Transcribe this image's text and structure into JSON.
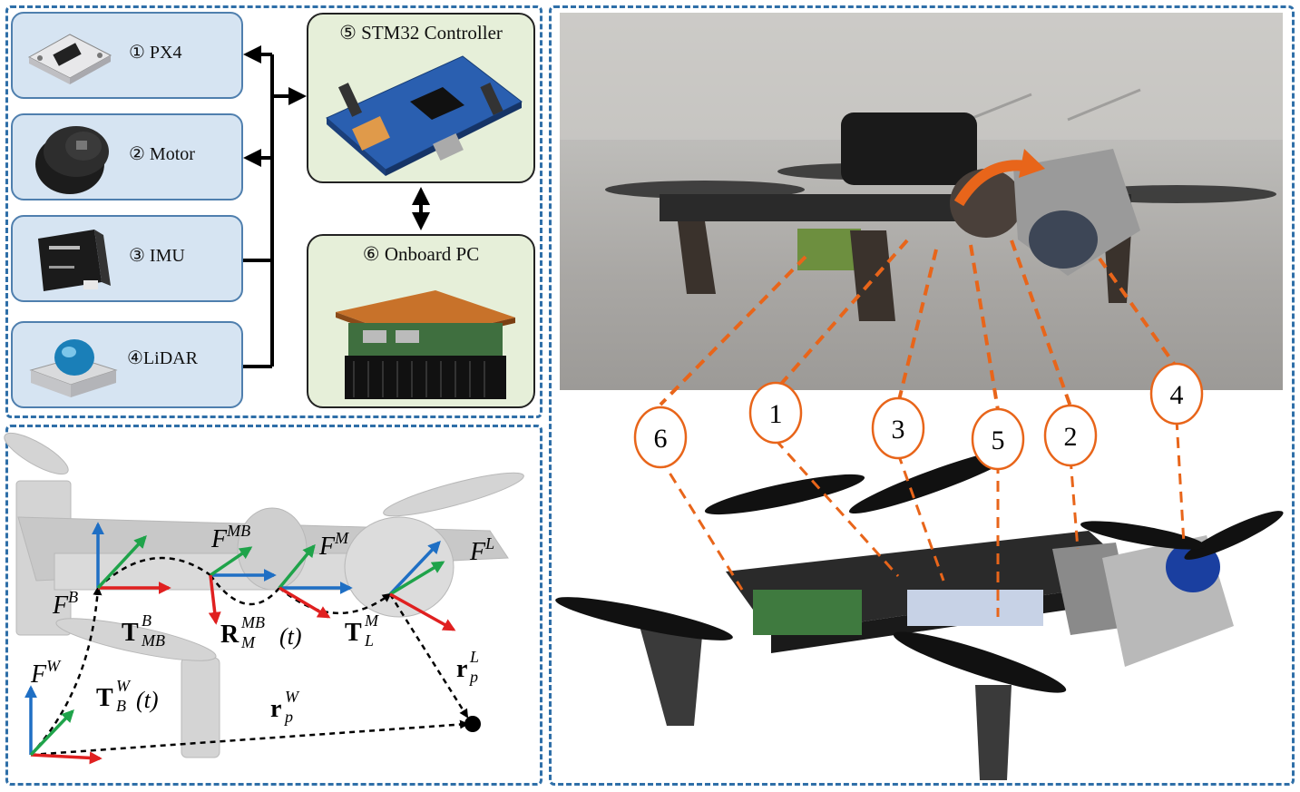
{
  "components": [
    {
      "label": "① PX4",
      "icon": "px4-board-icon"
    },
    {
      "label": "② Motor",
      "icon": "motor-icon"
    },
    {
      "label": "③ IMU",
      "icon": "imu-icon"
    },
    {
      "label": "④LiDAR",
      "icon": "lidar-icon"
    }
  ],
  "controller": {
    "label": "⑤ STM32 Controller"
  },
  "onboard_pc": {
    "label": "⑥ Onboard PC"
  },
  "frames": {
    "F_B": "F",
    "F_B_sup": "B",
    "F_MB": "F",
    "F_MB_sup": "MB",
    "F_M": "F",
    "F_M_sup": "M",
    "F_L": "F",
    "F_L_sup": "L",
    "F_W": "F",
    "F_W_sup": "W",
    "T_MB_B_base": "T",
    "T_MB_B_sup": "B",
    "T_MB_B_sub": "MB",
    "R_M_MB_base": "R",
    "R_M_MB_sup": "MB",
    "R_M_MB_sub": "M",
    "R_M_MB_arg": "(t)",
    "T_L_M_base": "T",
    "T_L_M_sup": "M",
    "T_L_M_sub": "L",
    "T_B_W_base": "T",
    "T_B_W_sup": "W",
    "T_B_W_sub": "B",
    "T_B_W_arg": "(t)",
    "r_p_L_base": "r",
    "r_p_L_sup": "L",
    "r_p_L_sub": "p",
    "r_p_W_base": "r",
    "r_p_W_sup": "W",
    "r_p_W_sub": "p"
  },
  "callouts": [
    "6",
    "1",
    "3",
    "5",
    "2",
    "4"
  ],
  "colors": {
    "panel_border": "#2f6fa8",
    "component_fill": "#d6e4f2",
    "controller_fill": "#e6efd9",
    "callout_line": "#e8651a",
    "axis_x": "#e02020",
    "axis_y": "#1fa34a",
    "axis_z": "#1f6fc4"
  }
}
